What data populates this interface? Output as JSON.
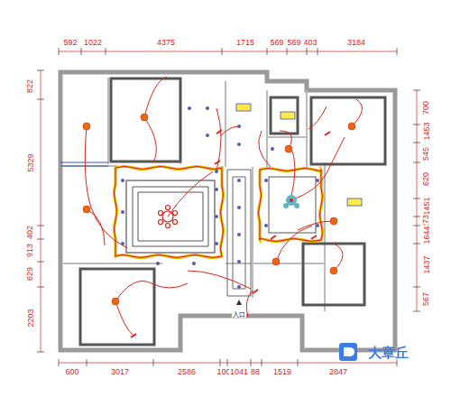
{
  "diagram": {
    "labels": [
      "592",
      "1022",
      "4375",
      "1715",
      "569",
      "569",
      "403",
      "3184",
      "822",
      "5329",
      "402",
      "913",
      "629",
      "2203",
      "700",
      "1453",
      "545",
      "620",
      "1451",
      "273",
      "1644",
      "1437",
      "567",
      "600",
      "3017",
      "2586",
      "100",
      "1041",
      "88",
      "1519",
      "2847",
      "入口",
      "大章丘"
    ]
  }
}
